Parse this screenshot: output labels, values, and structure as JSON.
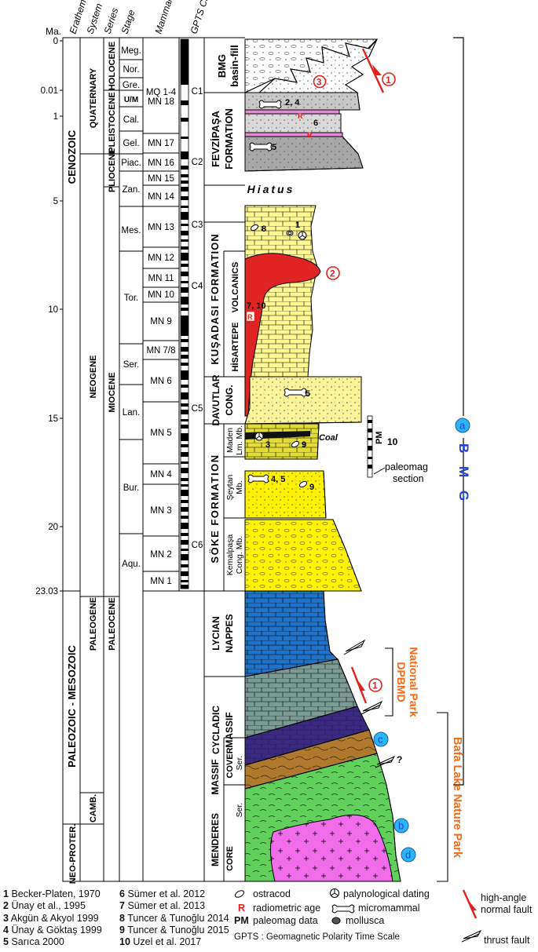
{
  "headers": {
    "ma": "Ma.",
    "erathem": "Erathem",
    "system": "System",
    "series": "Series",
    "stage": "Stage",
    "mammal_zone": "Mammal Zone",
    "gpts_chrons": "GPTS Chrons"
  },
  "ages": [
    "0",
    "0.01",
    "1",
    "5",
    "10",
    "15",
    "20",
    "23.03"
  ],
  "erathems": [
    "CENOZOIC",
    "PALEOZOIC - MESOZOIC",
    "NEO-PROTER."
  ],
  "systems": [
    "QUATERNARY",
    "NEOGENE",
    "PALEOGENE",
    "CAMB."
  ],
  "series": [
    "HOLOCENE",
    "PLEISTOCENE",
    "PLIOCENE",
    "MIOCENE",
    "PALEOCENE"
  ],
  "stages": [
    "Meg.",
    "Nor.",
    "Gre.",
    "U/M",
    "Cal.",
    "Gel.",
    "Piac.",
    "Zan.",
    "Mes.",
    "Tor.",
    "Ser.",
    "Lan.",
    "Bur.",
    "Aqu."
  ],
  "mammal_zones": [
    "MQ 1-4",
    "MN 18",
    "MN 17",
    "MN 16",
    "MN 15",
    "MN 14",
    "MN 13",
    "MN 12",
    "MN 11",
    "MN 10",
    "MN 9",
    "MN 7/8",
    "MN 6",
    "MN 5",
    "MN 4",
    "MN 3",
    "MN 2",
    "MN 1"
  ],
  "chrons": [
    "C1",
    "C2",
    "C3",
    "C4",
    "C5",
    "C6"
  ],
  "formations": {
    "bmg_basin_fill": [
      "BMG",
      "basin-fill"
    ],
    "fevzipasa": [
      "FEVZİPAŞA",
      "FORMATION"
    ],
    "hiatus": "Hiatus",
    "kusadasi": "KUŞADASI FORMATION",
    "volcanics": "VOLCANICS",
    "hisartepe": "HİSARTEPE",
    "davutlar": [
      "DAVUTLAR",
      "CONG."
    ],
    "soke": "SÖKE FORMATION",
    "maden": [
      "Maden",
      "Lm. Mb."
    ],
    "seytan": [
      "Şeytan",
      "Mb."
    ],
    "kemalpasa": [
      "Kemalpaşa",
      "Cong. Mb."
    ],
    "lycian": [
      "LYCIAN",
      "NAPPES"
    ],
    "cycladic": [
      "CYCLADIC",
      "MASSIF"
    ],
    "menderes": "MENDERES",
    "massif": "MASSIF",
    "cover": "COVER",
    "cover_ser": "Ser.",
    "core": "CORE",
    "core_ser": "Ser."
  },
  "annotations": {
    "coal": "Coal",
    "pm": "PM",
    "ten": "10",
    "paleomag_section": [
      "paleomag",
      "section"
    ],
    "dpbmd": [
      "DPBMD",
      "National Park"
    ],
    "bafa": "Bafa Lake Nature Park",
    "bmg": "B M G",
    "circle_a": "a",
    "circle_b": "b",
    "circle_c": "c",
    "circle_d": "d",
    "num_1": "1",
    "num_2": "2",
    "num_3": "3",
    "lab_24": "2, 4",
    "lab_6": "6",
    "lab_5a": "5",
    "lab_8": "8",
    "lab_1": "1",
    "lab_710": "7, 10",
    "lab_5b": "5",
    "lab_3": "3",
    "lab_9a": "9",
    "lab_45": "4, 5",
    "lab_9b": "9",
    "r": "R",
    "q": "?"
  },
  "colors": {
    "accent_red": "#e3211c",
    "orange": "#f26b1d",
    "blue": "#1f3fd6",
    "cyan_circle": "#29b6f6",
    "yellow": "#fff200",
    "pale_yellow": "#fdf59a",
    "light_yellow": "#fff78f",
    "red_volcanic": "#e02424",
    "blue_lycian": "#1e73c8",
    "grey_green": "#7a9a94",
    "purple": "#3b2a82",
    "brown": "#b07a2e",
    "green": "#5fd15a",
    "magenta": "#f06ce8",
    "grey": "#c8c8c8",
    "dark_grey": "#9a9a9a",
    "pink_band": "#e48ad2"
  },
  "references": [
    {
      "n": "1",
      "text": "Becker-Platen, 1970"
    },
    {
      "n": "2",
      "text": "Ünay et al., 1995"
    },
    {
      "n": "3",
      "text": "Akgün & Akyol 1999"
    },
    {
      "n": "4",
      "text": "Ünay & Göktaş 1999"
    },
    {
      "n": "5",
      "text": "Sarıca 2000"
    },
    {
      "n": "6",
      "text": "Sümer et al. 2012"
    },
    {
      "n": "7",
      "text": "Sümer et al. 2013"
    },
    {
      "n": "8",
      "text": "Tuncer & Tunoğlu 2014"
    },
    {
      "n": "9",
      "text": "Tuncer & Tunoğlu 2015"
    },
    {
      "n": "10",
      "text": "Uzel et al. 2017"
    }
  ],
  "legend": {
    "ostracod": "ostracod",
    "palynological": "palynological dating",
    "radiometric_r": "R",
    "radiometric": "radiometric age",
    "micromammal": "micromammal",
    "pm_abbr": "PM",
    "paleomag": "paleomag data",
    "mollusca": "mollusca",
    "gpts": "GPTS : Geomagnetic Polarity Time Scale",
    "high_angle": [
      "high-angle",
      "normal fault"
    ],
    "thrust": "thrust fault"
  }
}
